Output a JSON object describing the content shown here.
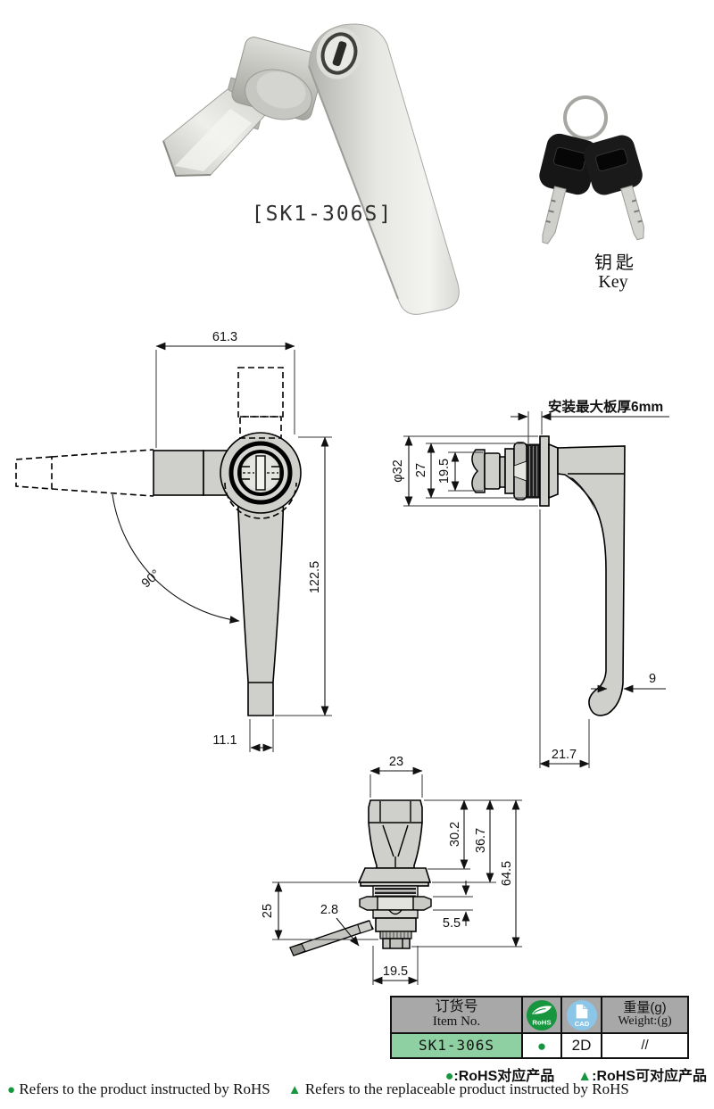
{
  "product": {
    "model_label": "[SK1-306S]",
    "key_caption_zh": "钥匙",
    "key_caption_en": "Key"
  },
  "drawings": {
    "front_view": {
      "dim_top_width": "61.3",
      "dim_height": "122.5",
      "dim_angle": "90°",
      "dim_tip_width": "11.1"
    },
    "side_view": {
      "note_plate_thickness": "安装最大板厚6mm",
      "dim_flange_dia": "φ32",
      "dim_body_dia": "27",
      "dim_cam_width": "19.5",
      "dim_handle_thickness": "9",
      "dim_depth": "21.7"
    },
    "rear_view": {
      "dim_top_width": "23",
      "dim_cam_height": "30.2",
      "dim_to_flange": "36.7",
      "dim_total_height": "64.5",
      "dim_under_panel": "25",
      "dim_cam_plate": "2.8",
      "dim_nut_height": "5.5",
      "dim_bottom_width": "19.5"
    }
  },
  "table": {
    "header": {
      "item_no_zh": "订货号",
      "item_no_en": "Item No.",
      "rohs_badge": "RoHS",
      "cad_badge": "CAD",
      "weight_zh": "重量(g)",
      "weight_en": "Weight:(g)"
    },
    "row": {
      "item_no": "SK1-306S",
      "rohs_mark": "●",
      "cad_type": "2D",
      "weight": "//"
    }
  },
  "footer": {
    "legend_zh": {
      "dot": "●",
      "dot_label": ":RoHS对应产品",
      "triangle": "▲",
      "triangle_label": ":RoHS可对应产品"
    },
    "legend_en": {
      "dot": "●",
      "dot_label": "Refers to the product instructed by RoHS",
      "triangle": "▲",
      "triangle_label": "Refers to the replaceable product instructed by RoHS"
    }
  },
  "colors": {
    "rohs_green": "#17953f",
    "cad_blue": "#8bc6e9",
    "model_cell_green": "#8fd0a3",
    "table_header_gray": "#a8a8a8",
    "drawing_fill": "#cfcfcb"
  }
}
